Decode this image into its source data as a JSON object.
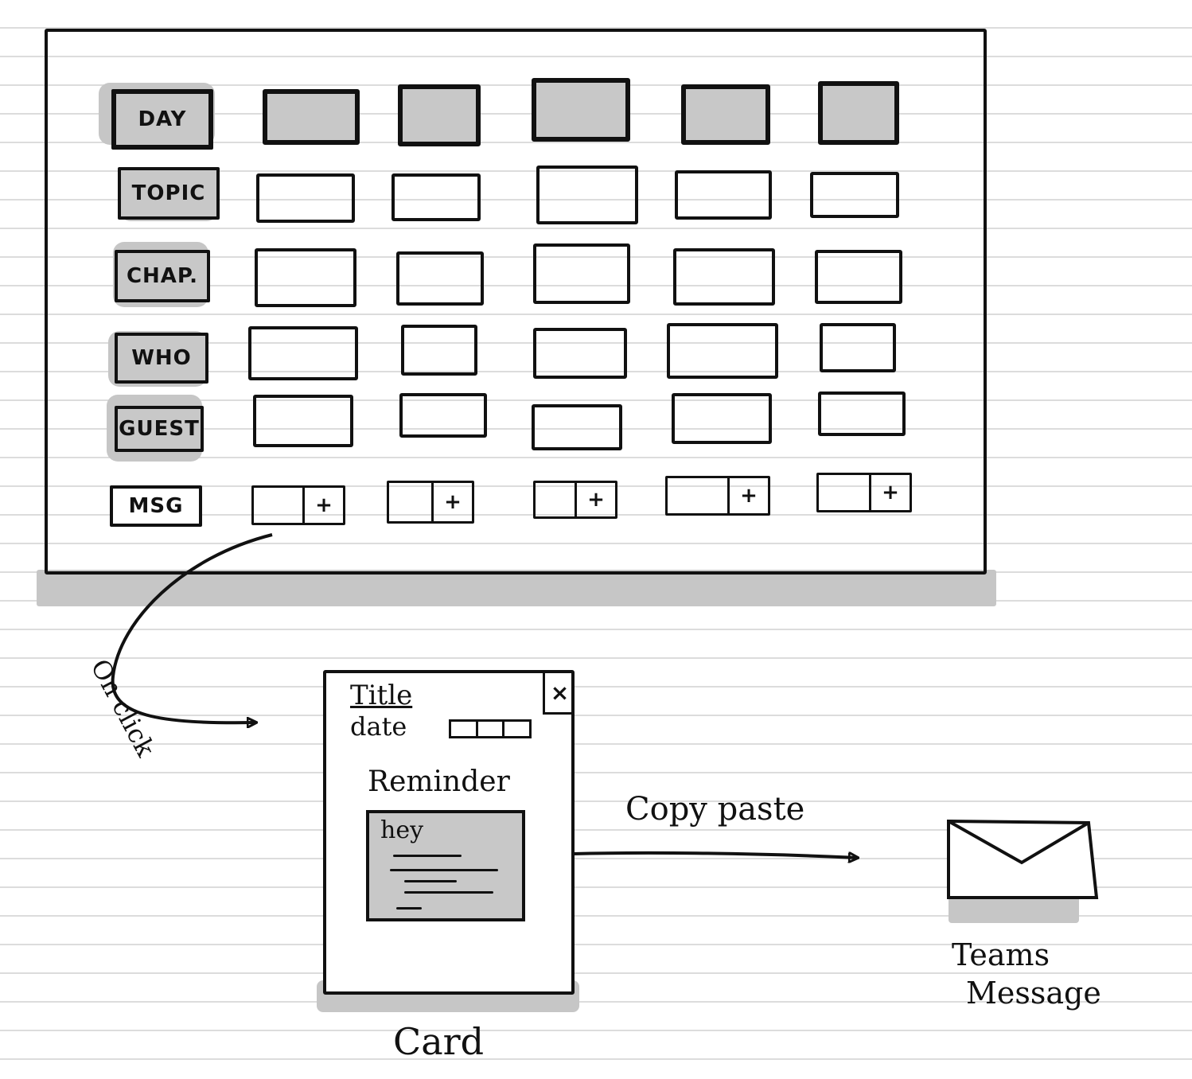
{
  "board": {
    "row_labels": [
      "DAY",
      "TOPIC",
      "CHAP.",
      "WHO",
      "GUEST",
      "MSG"
    ],
    "msg_add_label": "+"
  },
  "annotations": {
    "on_click": "On click",
    "copy_paste": "Copy paste"
  },
  "card": {
    "title": "Title",
    "date_label": "date",
    "reminder_label": "Reminder",
    "reminder_text": "hey",
    "close_label": "×",
    "caption": "Card"
  },
  "teams": {
    "caption_line1": "Teams",
    "caption_line2": "Message",
    "icon": "envelope-icon"
  },
  "colors": {
    "ink": "#111111",
    "shade": "#c8c8c8",
    "paper_lines": "#dcdcdc"
  }
}
